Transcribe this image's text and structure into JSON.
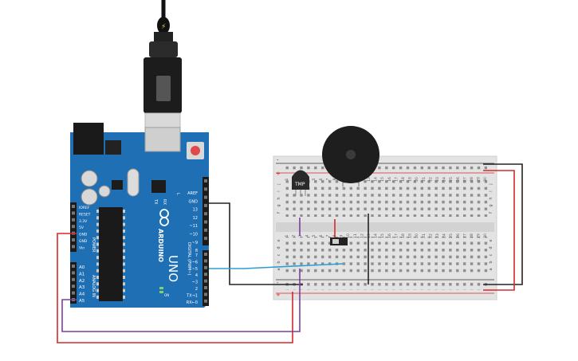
{
  "arduino": {
    "brand": "ARDUINO",
    "model": "UNO",
    "tx_label": "TX",
    "rx_label": "RX",
    "l_label": "L",
    "on_label": "ON",
    "power_header_title": "POWER",
    "analog_header_title": "ANALOG IN",
    "digital_header_title": "DIGITAL (PWM~)",
    "power_pins": [
      "IOREF",
      "RESET",
      "3.3V",
      "5V",
      "GND",
      "GND",
      "Vin"
    ],
    "analog_pins": [
      "A0",
      "A1",
      "A2",
      "A3",
      "A4",
      "A5"
    ],
    "top_digital_pins": [
      "AREF",
      "GND",
      "13",
      "12",
      "~11",
      "~10",
      "~9",
      "8"
    ],
    "bottom_digital_pins": [
      "7",
      "~6",
      "~5",
      "4",
      "~3",
      "2",
      "TX→1",
      "RX←0"
    ]
  },
  "breadboard": {
    "column_numbers": [
      "1",
      "2",
      "3",
      "4",
      "5",
      "6",
      "7",
      "8",
      "9",
      "10",
      "11",
      "12",
      "13",
      "14",
      "15",
      "16",
      "17",
      "18",
      "19",
      "20",
      "21",
      "22",
      "23",
      "24",
      "25",
      "26",
      "27",
      "28",
      "29",
      "30"
    ],
    "top_row_letters": [
      "j",
      "i",
      "h",
      "g",
      "f"
    ],
    "bottom_row_letters": [
      "e",
      "d",
      "c",
      "b",
      "a"
    ],
    "rail_plus": "+",
    "rail_minus": "-"
  },
  "sensor_label": "TMP",
  "colors": {
    "board": "#1f6fb5",
    "wire_black": "#222222",
    "wire_red": "#d62828",
    "wire_purple": "#7b3fa0",
    "wire_blue": "#2a9fd6"
  }
}
